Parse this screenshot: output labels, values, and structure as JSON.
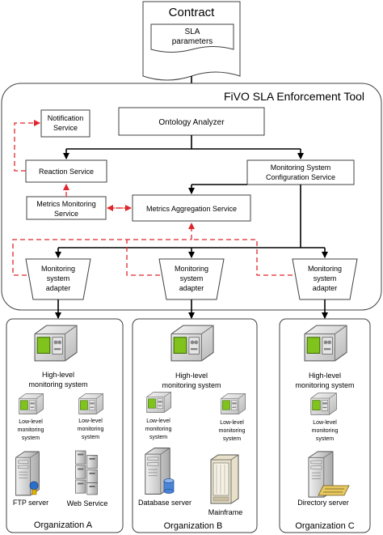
{
  "contract": {
    "title": "Contract",
    "sla_line1": "SLA",
    "sla_line2": "parameters"
  },
  "tool": {
    "title": "FiVO SLA Enforcement Tool",
    "ontology_analyzer": "Ontology Analyzer",
    "notification_line1": "Notification",
    "notification_line2": "Service",
    "reaction_service": "Reaction Service",
    "msc_line1": "Monitoring System",
    "msc_line2": "Configuration Service",
    "metrics_monitoring_line1": "Metrics Monitoring",
    "metrics_monitoring_line2": "Service",
    "metrics_aggregation": "Metrics Aggregation Service",
    "adapter_line1": "Monitoring",
    "adapter_line2": "system",
    "adapter_line3": "adapter"
  },
  "organizations": {
    "a": {
      "name": "Organization A",
      "high_line1": "High-level",
      "high_line2": "monitoring system",
      "low_line1": "Low-level",
      "low_line2": "monitoring",
      "low_line3": "system",
      "server1": "FTP server",
      "server2": "Web Service"
    },
    "b": {
      "name": "Organization B",
      "high_line1": "High-level",
      "high_line2": "monitoring system",
      "low_line1": "Low-level",
      "low_line2": "monitoring",
      "low_line3": "system",
      "server1": "Database server",
      "server2": "Mainframe"
    },
    "c": {
      "name": "Organization C",
      "high_line1": "High-level",
      "high_line2": "monitoring system",
      "low_line1": "Low-level",
      "low_line2": "monitoring",
      "low_line3": "system",
      "server1": "Directory server"
    }
  },
  "icons": {
    "document": "contract-document-icon",
    "monitor": "monitoring-computer-icon",
    "server": "server-tower-icon",
    "mainframe": "mainframe-icon"
  },
  "colors": {
    "feedback_dash": "#e0262b",
    "screen_green": "#7fc31c",
    "device_gray": "#cfcfcf"
  }
}
